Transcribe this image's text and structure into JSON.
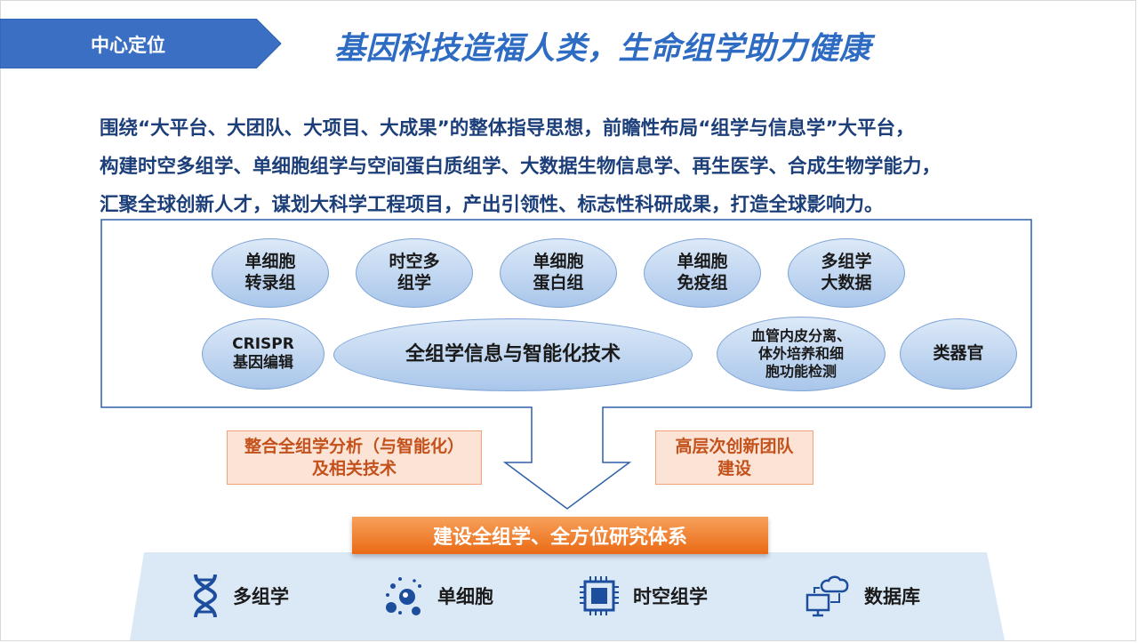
{
  "header": {
    "section_tab": "中心定位",
    "headline": "基因科技造福人类，生命组学助力健康"
  },
  "intro": {
    "lines": [
      "围绕“大平台、大团队、大项目、大成果”的整体指导思想，前瞻性布局“组学与信息学”大平台，",
      "构建时空多组学、单细胞组学与空间蛋白质组学、大数据生物信息学、再生医学、合成生物学能力，",
      "汇聚全球创新人才，谋划大科学工程项目，产出引领性、标志性科研成果，打造全球影响力。"
    ]
  },
  "platform": {
    "ovals": [
      "单细胞\n转录组",
      "时空多\n组学",
      "单细胞\n蛋白组",
      "单细胞\n免疫组",
      "多组学\n大数据",
      "CRISPR\n基因编辑",
      "全组学信息与智能化技术",
      "血管内皮分离、\n体外培养和细\n胞功能检测",
      "类器官"
    ]
  },
  "supports": {
    "left": "整合全组学分析（与智能化）\n及相关技术",
    "right": "高层次创新团队\n建设"
  },
  "banner": "建设全组学、全方位研究体系",
  "bottom": {
    "items": [
      {
        "label": "多组学",
        "icon": "dna-icon"
      },
      {
        "label": "单细胞",
        "icon": "cells-icon"
      },
      {
        "label": "时空组学",
        "icon": "chip-icon"
      },
      {
        "label": "数据库",
        "icon": "cloud-computer-icon"
      }
    ]
  },
  "colors": {
    "tab_blue": "#3a6fc4",
    "headline_blue": "#2e6bc3",
    "body_text": "#1c3f7a",
    "oval_fill": "#b8d0ef",
    "orange": "#ea6a14",
    "peach": "#fbe3d6",
    "bottom_band": "#dbe8f6"
  }
}
